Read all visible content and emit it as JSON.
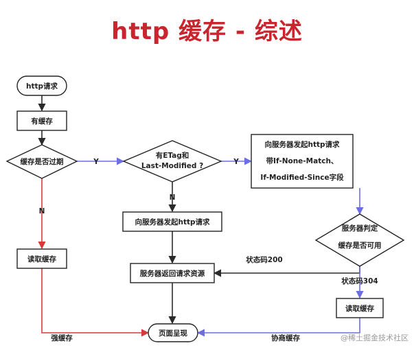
{
  "title": "http 缓存 - 综述",
  "colors": {
    "title": "#c9252e",
    "black": "#2a2a2a",
    "red": "#d83a3a",
    "blue": "#6d6ee0",
    "node_stroke": "#222222"
  },
  "nodes": {
    "start": "http请求",
    "has_cache": "有缓存",
    "expired": "缓存是否过期",
    "etag_check": [
      "有ETag和",
      "Last-Modified ?"
    ],
    "send_conditional": [
      "向服务器发起http请求",
      "带If-None-Match、",
      "If-Modified-Since字段"
    ],
    "send_request": "向服务器发起http请求",
    "server_judge": [
      "服务器判定",
      "缓存是否可用"
    ],
    "read_cache_left": "读取缓存",
    "server_return": "服务器返回请求资源",
    "read_cache_right": "读取缓存",
    "render": "页面呈现"
  },
  "edge_labels": {
    "expired_yes": "Y",
    "etag_yes": "Y",
    "expired_no": "N",
    "etag_no": "N",
    "status_200": "状态码200",
    "status_304": "状态码304",
    "strong_cache": "强缓存",
    "negotiated_cache": "协商缓存"
  },
  "watermark": "@稀土掘金技术社区"
}
